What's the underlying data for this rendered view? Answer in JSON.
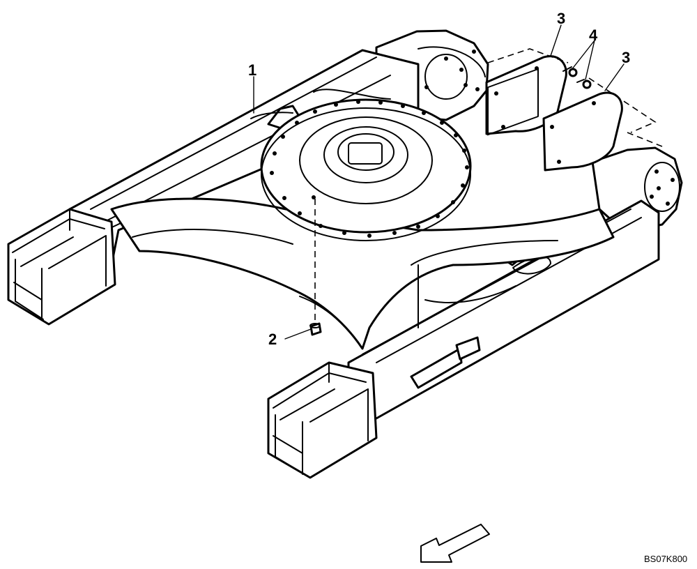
{
  "callouts": {
    "c1": "1",
    "c2": "2",
    "c3a": "3",
    "c3b": "3",
    "c4": "4"
  },
  "drawing_code": "BS07K800",
  "icons": {
    "direction": "direction-arrow-icon"
  }
}
